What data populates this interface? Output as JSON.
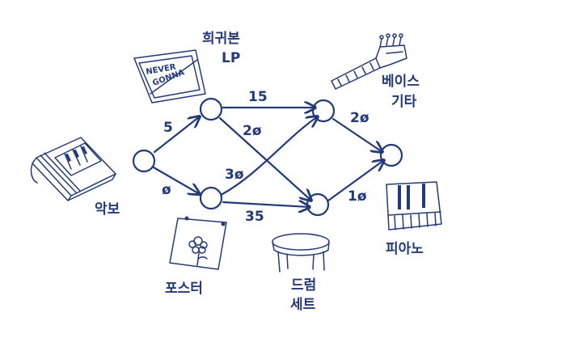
{
  "diagram": {
    "nodes": [
      {
        "id": "start"
      },
      {
        "id": "top-left"
      },
      {
        "id": "bottom-left"
      },
      {
        "id": "top-right"
      },
      {
        "id": "bottom-right"
      },
      {
        "id": "end"
      }
    ],
    "edges": [
      {
        "from": "start",
        "to": "top-left",
        "weight": "5"
      },
      {
        "from": "start",
        "to": "bottom-left",
        "weight": "ø"
      },
      {
        "from": "top-left",
        "to": "top-right",
        "weight": "15"
      },
      {
        "from": "top-left",
        "to": "bottom-right",
        "weight": "2ø"
      },
      {
        "from": "bottom-left",
        "to": "top-right",
        "weight": "3ø"
      },
      {
        "from": "bottom-left",
        "to": "bottom-right",
        "weight": "35"
      },
      {
        "from": "top-right",
        "to": "end",
        "weight": "2ø"
      },
      {
        "from": "bottom-right",
        "to": "end",
        "weight": "1ø"
      }
    ],
    "items": {
      "sheet_music": "악보",
      "rare_lp": [
        "희귀본",
        "LP"
      ],
      "bass_guitar": [
        "베이스",
        "기타"
      ],
      "poster": "포스터",
      "drum_set": [
        "드럼",
        "세트"
      ],
      "piano": "피아노"
    },
    "lp_sign": [
      "NEVER",
      "GONNA"
    ],
    "ink_color": "#233a78"
  }
}
